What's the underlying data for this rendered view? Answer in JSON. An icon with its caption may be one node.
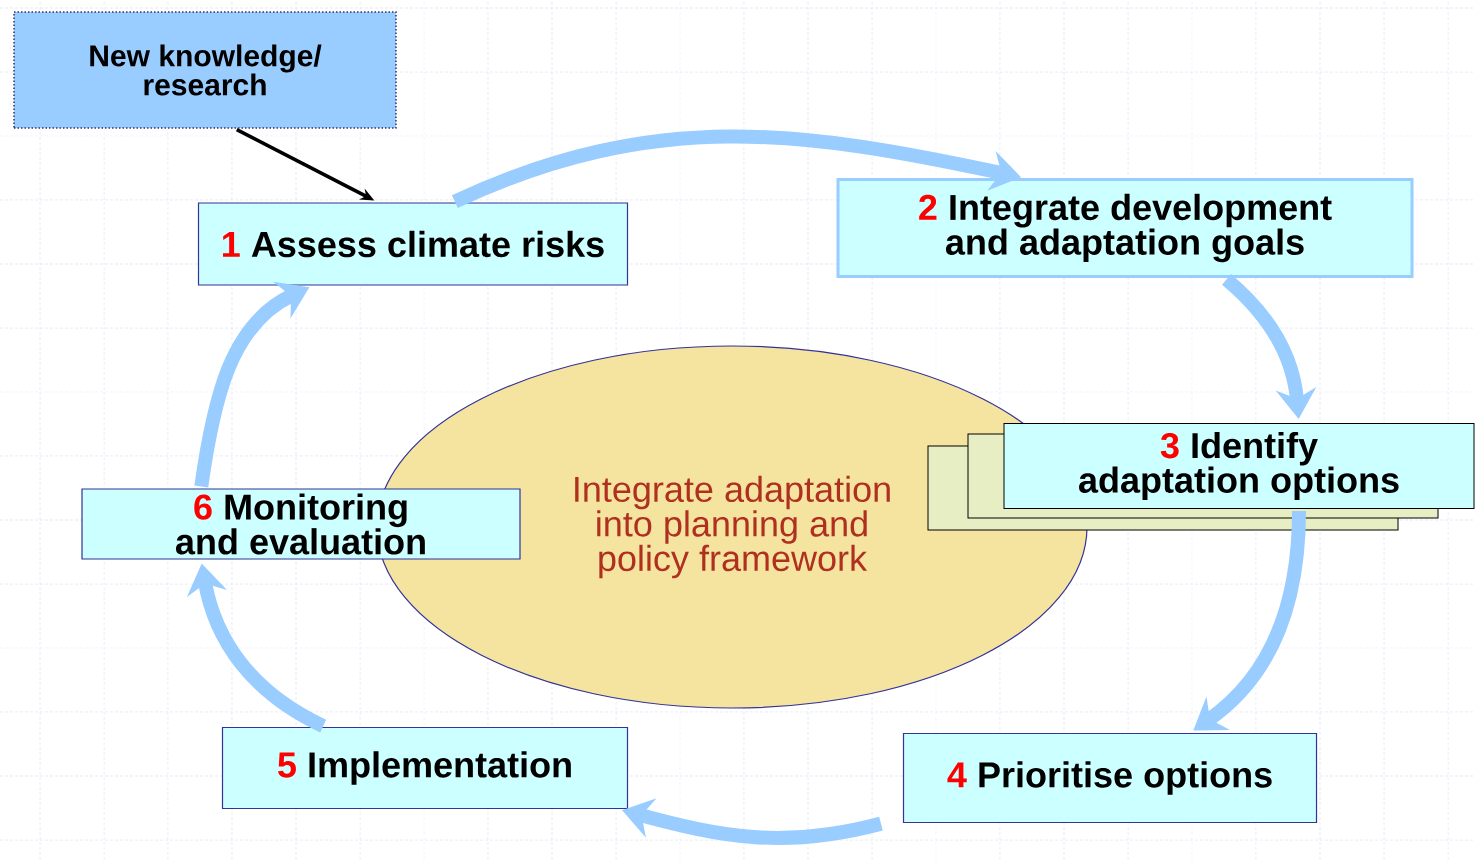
{
  "diagram": {
    "nodes": [
      {
        "text": [
          "New knowledge/ research"
        ]
      },
      {
        "text": [
          "1",
          "Assess climate risks"
        ]
      },
      {
        "text": [
          "2",
          "Integrate development and adaptation goals"
        ]
      },
      {
        "text": [
          "3",
          "Identify adaptation options"
        ]
      },
      {
        "text": [
          "4",
          "Prioritise options"
        ]
      },
      {
        "text": [
          "5",
          "Implementation"
        ]
      },
      {
        "text": [
          "6",
          "Monitoring and evaluation"
        ]
      },
      {
        "text": [
          "Integrate adaptation into planning and policy framework"
        ]
      }
    ],
    "edges": [
      {
        "from": 0,
        "to": 1,
        "arrow": "to",
        "color": "#000000"
      },
      {
        "from": 1,
        "to": 2,
        "arrow": "to"
      },
      {
        "from": 2,
        "to": 3,
        "arrow": "to"
      },
      {
        "from": 3,
        "to": 4,
        "arrow": "to"
      },
      {
        "from": 4,
        "to": 5,
        "arrow": "to"
      },
      {
        "from": 5,
        "to": 6,
        "arrow": "to"
      },
      {
        "from": 6,
        "to": 1,
        "arrow": "to"
      }
    ]
  }
}
